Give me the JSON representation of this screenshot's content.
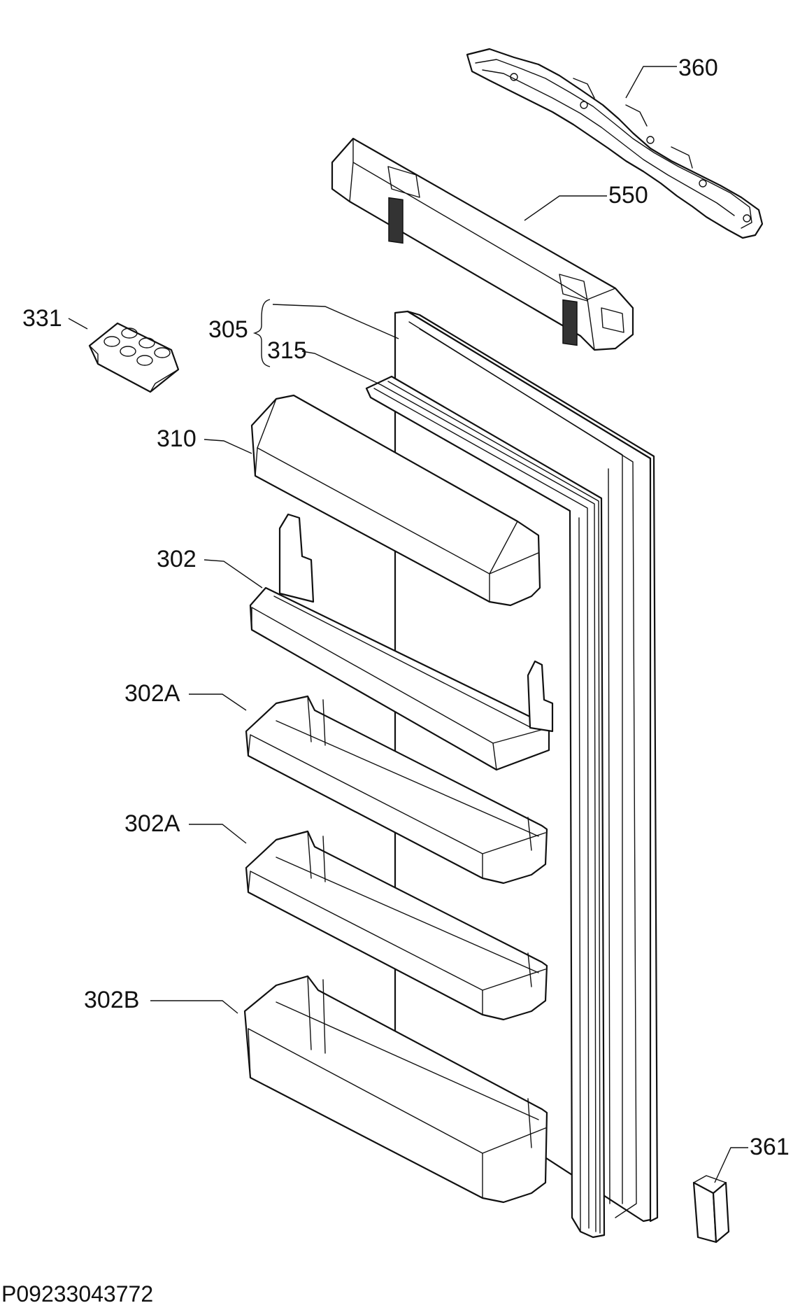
{
  "labels": {
    "p360": "360",
    "p550": "550",
    "p331": "331",
    "p305": "305",
    "p315": "315",
    "p310": "310",
    "p302": "302",
    "p302A_1": "302A",
    "p302A_2": "302A",
    "p302B": "302B",
    "p361": "361"
  },
  "document_id": "P09233043772"
}
